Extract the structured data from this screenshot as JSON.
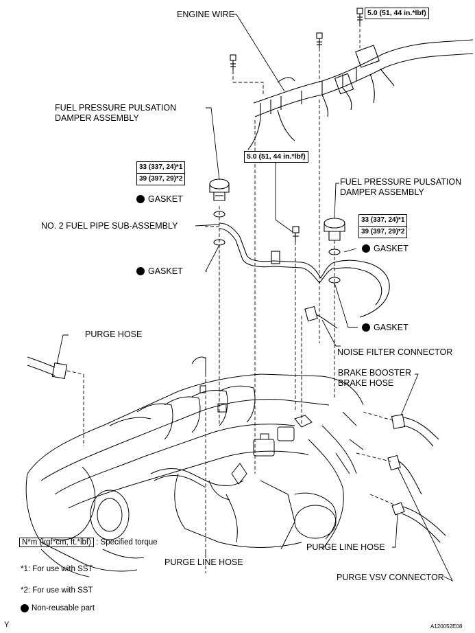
{
  "labels": {
    "engine_wire": "ENGINE WIRE",
    "fuel_damper_left": [
      "FUEL PRESSURE PULSATION",
      "DAMPER ASSEMBLY"
    ],
    "fuel_damper_right": [
      "FUEL PRESSURE PULSATION",
      "DAMPER ASSEMBLY"
    ],
    "gasket": "GASKET",
    "no2_fuel_pipe": "NO. 2 FUEL PIPE SUB-ASSEMBLY",
    "purge_hose": "PURGE HOSE",
    "noise_filter_connector": "NOISE FILTER CONNECTOR",
    "brake_booster_hose": [
      "BRAKE BOOSTER",
      "BRAKE HOSE"
    ],
    "purge_line_hose": "PURGE LINE HOSE",
    "purge_vsv_connector": "PURGE VSV CONNECTOR"
  },
  "torques": {
    "top_right": "5.0 (51, 44 in.*lbf)",
    "middle": "5.0 (51, 44 in.*lbf)",
    "left_damper": [
      "33 (337, 24)*1",
      "39 (397, 29)*2"
    ],
    "right_damper": [
      "33 (337, 24)*1",
      "39 (397, 29)*2"
    ]
  },
  "legend": {
    "torque_units": "N*m (kgf*cm, ft.*lbf)",
    "torque_desc": ": Specified torque",
    "note1": "*1: For use with SST",
    "note2": "*2: For use with SST",
    "non_reusable": "Non-reusable part"
  },
  "corner": {
    "left": "Y",
    "right": "A120052E08"
  },
  "icons": [
    "non-reusable-dot-icon",
    "bolt-icon"
  ]
}
